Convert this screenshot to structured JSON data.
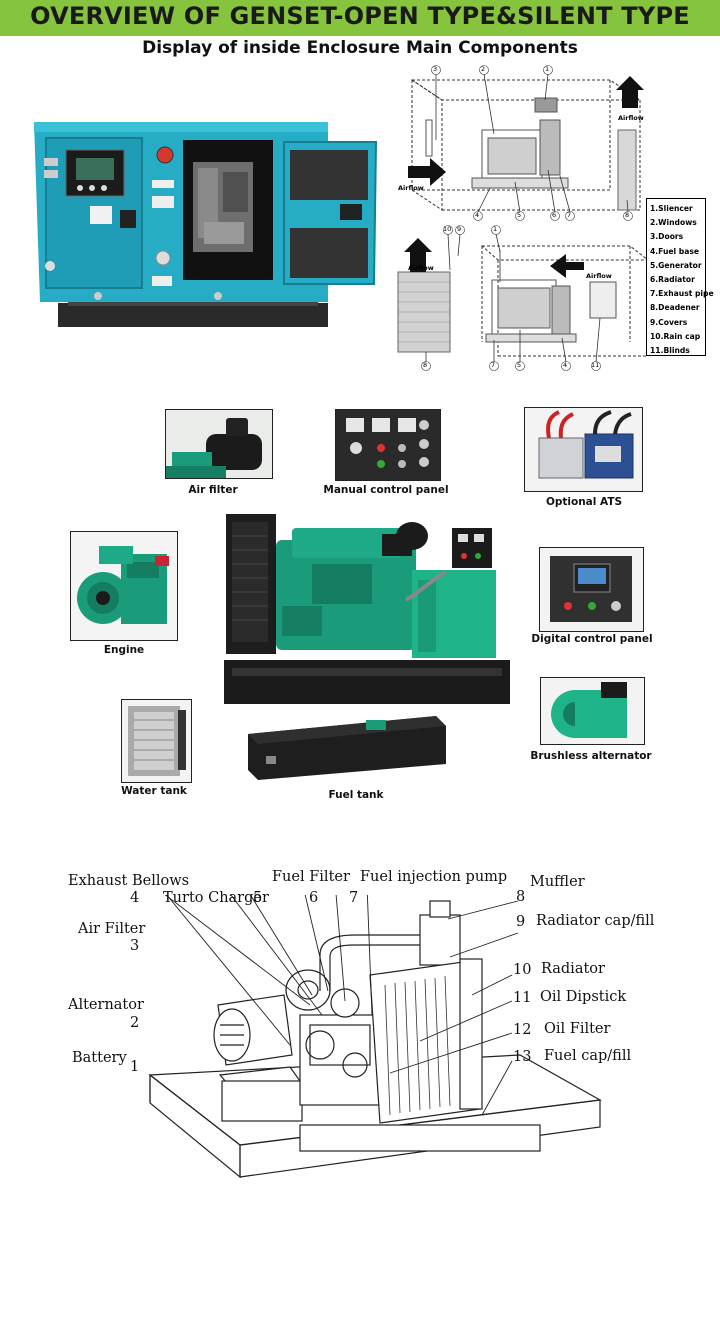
{
  "header": {
    "title": "OVERVIEW OF GENSET-OPEN TYPE&SILENT TYPE",
    "subtitle": "Display of inside Enclosure Main Components"
  },
  "enclosure_diagram": {
    "airflow_label": "Airflow",
    "top_numbers": [
      "1",
      "2",
      "3",
      "4",
      "5",
      "6",
      "7",
      "8"
    ],
    "bottom_numbers": [
      "1",
      "9",
      "10",
      "8",
      "7",
      "5",
      "4",
      "11"
    ],
    "legend": [
      "1.Sliencer",
      "2.Windows",
      "3.Doors",
      "4.Fuel base",
      "5.Generator",
      "6.Radiator",
      "7.Exhaust pipe",
      "8.Deadener",
      "9.Covers",
      "10.Rain cap",
      "11.Blinds"
    ]
  },
  "components": [
    {
      "label": "Air filter"
    },
    {
      "label": "Manual control panel"
    },
    {
      "label": "Optional ATS"
    },
    {
      "label": "Engine"
    },
    {
      "label": "Digital control panel"
    },
    {
      "label": "Brushless alternator"
    },
    {
      "label": "Water tank"
    },
    {
      "label": "Fuel tank"
    }
  ],
  "open_type_diagram": {
    "parts": [
      {
        "num": "1",
        "name": "Battery"
      },
      {
        "num": "2",
        "name": "Alternator"
      },
      {
        "num": "3",
        "name": "Air Filter"
      },
      {
        "num": "4",
        "name": "Exhaust Bellows"
      },
      {
        "num": "5",
        "name": "Turto Charger"
      },
      {
        "num": "6",
        "name": "Fuel Filter"
      },
      {
        "num": "7",
        "name": "Fuel injection pump"
      },
      {
        "num": "8",
        "name": "Muffler"
      },
      {
        "num": "9",
        "name": "Radiator cap/fill"
      },
      {
        "num": "10",
        "name": "Radiator"
      },
      {
        "num": "11",
        "name": "Oil Dipstick"
      },
      {
        "num": "12",
        "name": "Oil Filter"
      },
      {
        "num": "13",
        "name": "Fuel cap/fill"
      }
    ]
  },
  "colors": {
    "banner": "#86c43e",
    "enclosure": "#22a9c3",
    "engine": "#1a9c7a",
    "alternator": "#1eb389"
  }
}
